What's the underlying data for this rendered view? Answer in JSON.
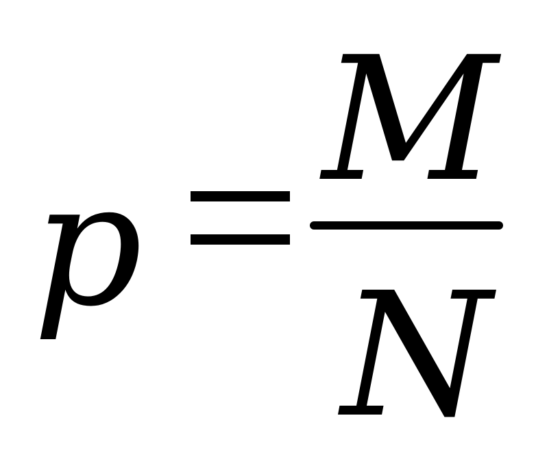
{
  "formula": {
    "lhs": "p",
    "operator": "=",
    "numerator": "M",
    "denominator": "N"
  },
  "colors": {
    "background": "#ffffff",
    "ink": "#000000"
  }
}
